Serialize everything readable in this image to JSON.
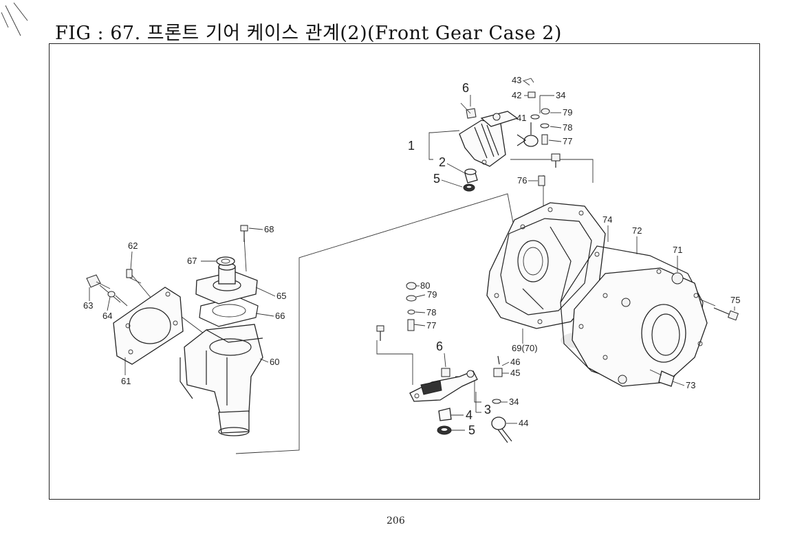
{
  "header": {
    "title": "FIG : 67. 프론트 기어 케이스 관계(2)(Front Gear Case 2)"
  },
  "footer": {
    "page_number": "206"
  },
  "callouts": {
    "c1": "1",
    "c2": "2",
    "c3": "3",
    "c4": "4",
    "c5a": "5",
    "c5b": "5",
    "c6a": "6",
    "c6b": "6",
    "c34a": "34",
    "c34b": "34",
    "c41": "41",
    "c42": "42",
    "c43": "43",
    "c44": "44",
    "c45": "45",
    "c46": "46",
    "c60": "60",
    "c61": "61",
    "c62": "62",
    "c63": "63",
    "c64": "64",
    "c65": "65",
    "c66": "66",
    "c67": "67",
    "c68": "68",
    "c69": "69(70)",
    "c71": "71",
    "c72": "72",
    "c73": "73",
    "c74": "74",
    "c75": "75",
    "c76": "76",
    "c77a": "77",
    "c77b": "77",
    "c78a": "78",
    "c78b": "78",
    "c79a": "79",
    "c79b": "79",
    "c80": "80"
  }
}
